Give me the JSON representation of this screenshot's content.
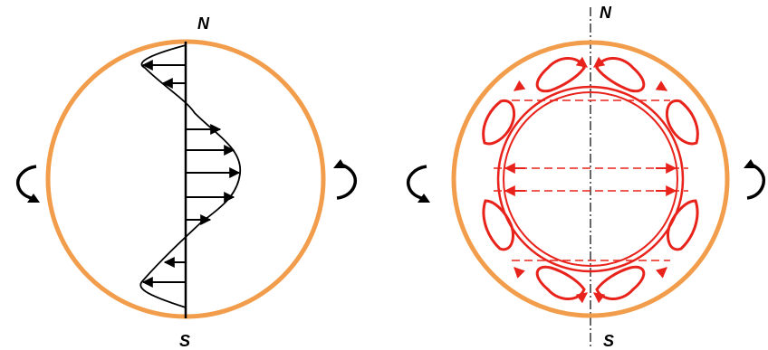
{
  "labels": {
    "north": "N",
    "south": "S"
  },
  "colors": {
    "boundary": "#F29D4B",
    "flow": "#E8231C",
    "profile": "#000000",
    "background": "#FFFFFF"
  },
  "icons": {
    "rotation_left": "rotation-arrow-ccw-icon",
    "rotation_right": "rotation-arrow-cw-icon"
  },
  "panels": [
    {
      "name": "velocity-profile-panel",
      "north_label": "N",
      "south_label": "S"
    },
    {
      "name": "circulation-cells-panel",
      "north_label": "N",
      "south_label": "S"
    }
  ]
}
